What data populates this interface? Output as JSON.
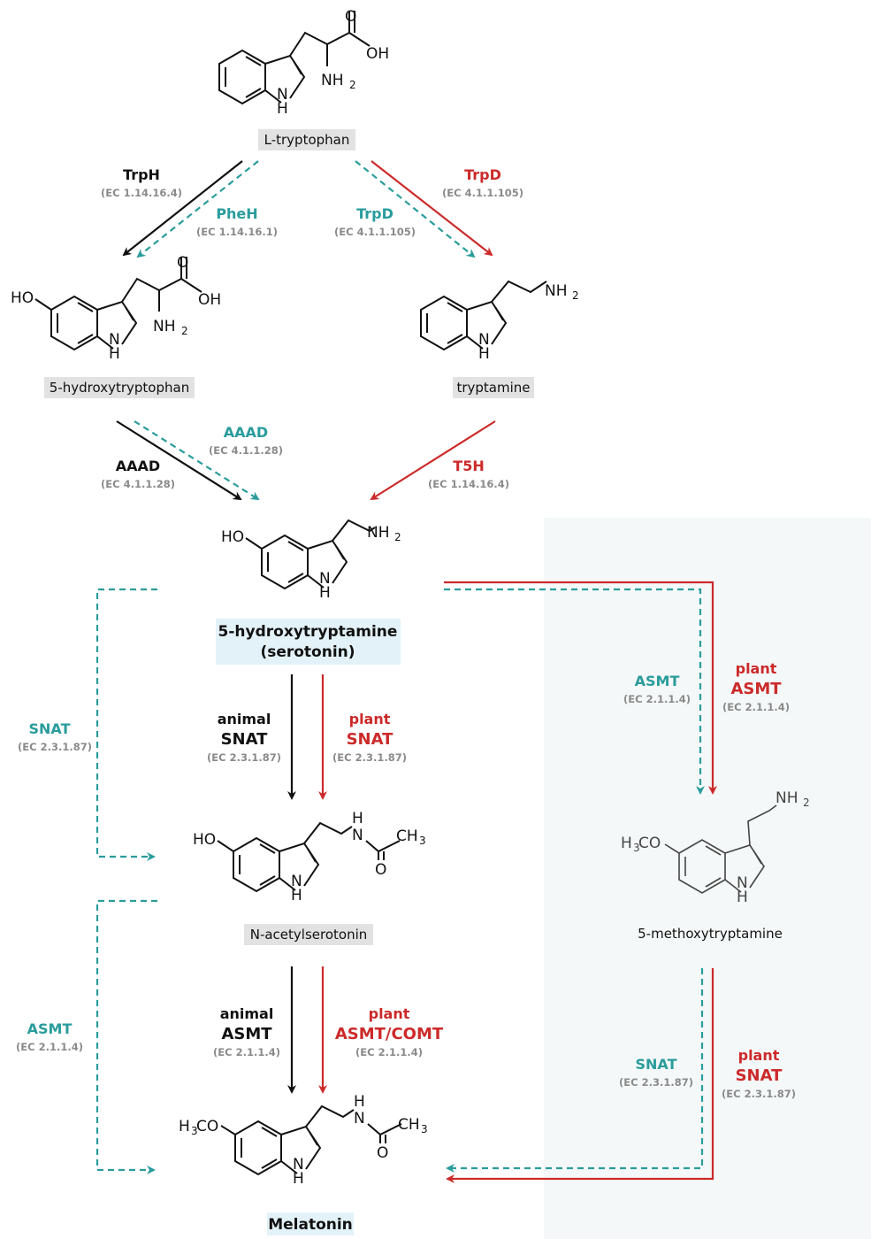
{
  "compounds": {
    "tryptophan": "L-tryptophan",
    "hydroxytryptophan": "5-hydroxytryptophan",
    "tryptamine": "tryptamine",
    "serotonin_line1": "5-hydroxytryptamine",
    "serotonin_line2": "(serotonin)",
    "acetylserotonin": "N-acetylserotonin",
    "methoxytryptamine": "5-methoxytryptamine",
    "melatonin": "Melatonin"
  },
  "enzymes": {
    "trph": {
      "name": "TrpH",
      "ec": "(EC 1.14.16.4)"
    },
    "pheh": {
      "name": "PheH",
      "ec": "(EC 1.14.16.1)"
    },
    "trpd_teal": {
      "name": "TrpD",
      "ec": "(EC 4.1.1.105)"
    },
    "trpd_red": {
      "name": "TrpD",
      "ec": "(EC 4.1.1.105)"
    },
    "aaad_teal": {
      "name": "AAAD",
      "ec": "(EC 4.1.1.28)"
    },
    "aaad_black": {
      "name": "AAAD",
      "ec": "(EC 4.1.1.28)"
    },
    "t5h": {
      "name": "T5H",
      "ec": "(EC 1.14.16.4)"
    },
    "snat_left": {
      "name": "SNAT",
      "ec": "(EC 2.3.1.87)"
    },
    "animal_snat": {
      "line1": "animal",
      "line2": "SNAT",
      "ec": "(EC 2.3.1.87)"
    },
    "plant_snat": {
      "line1": "plant",
      "line2": "SNAT",
      "ec": "(EC 2.3.1.87)"
    },
    "asmt_teal_right": {
      "name": "ASMT",
      "ec": "(EC 2.1.1.4)"
    },
    "plant_asmt": {
      "line1": "plant",
      "line2": "ASMT",
      "ec": "(EC 2.1.1.4)"
    },
    "asmt_left": {
      "name": "ASMT",
      "ec": "(EC 2.1.1.4)"
    },
    "animal_asmt": {
      "line1": "animal",
      "line2": "ASMT",
      "ec": "(EC 2.1.1.4)"
    },
    "plant_asmt_comt": {
      "line1": "plant",
      "line2": "ASMT/COMT",
      "ec": "(EC 2.1.1.4)"
    },
    "snat_teal_right": {
      "name": "SNAT",
      "ec": "(EC 2.3.1.87)"
    },
    "plant_snat_right": {
      "line1": "plant",
      "line2": "SNAT",
      "ec": "(EC 2.3.1.87)"
    }
  },
  "atoms": {
    "o": "O",
    "oh": "OH",
    "nh": "NH",
    "h": "H",
    "n": "N",
    "sub2": "2",
    "ho": "HO",
    "ch": "CH",
    "sub3": "3",
    "co": "CO"
  },
  "colors": {
    "teal": "#2a9c9c",
    "red": "#cc2a2a",
    "black": "#111111",
    "label_bg": "#e2e2e2",
    "serotonin_bg": "#e3f2f8",
    "panel_bg": "#f5f8f8"
  }
}
